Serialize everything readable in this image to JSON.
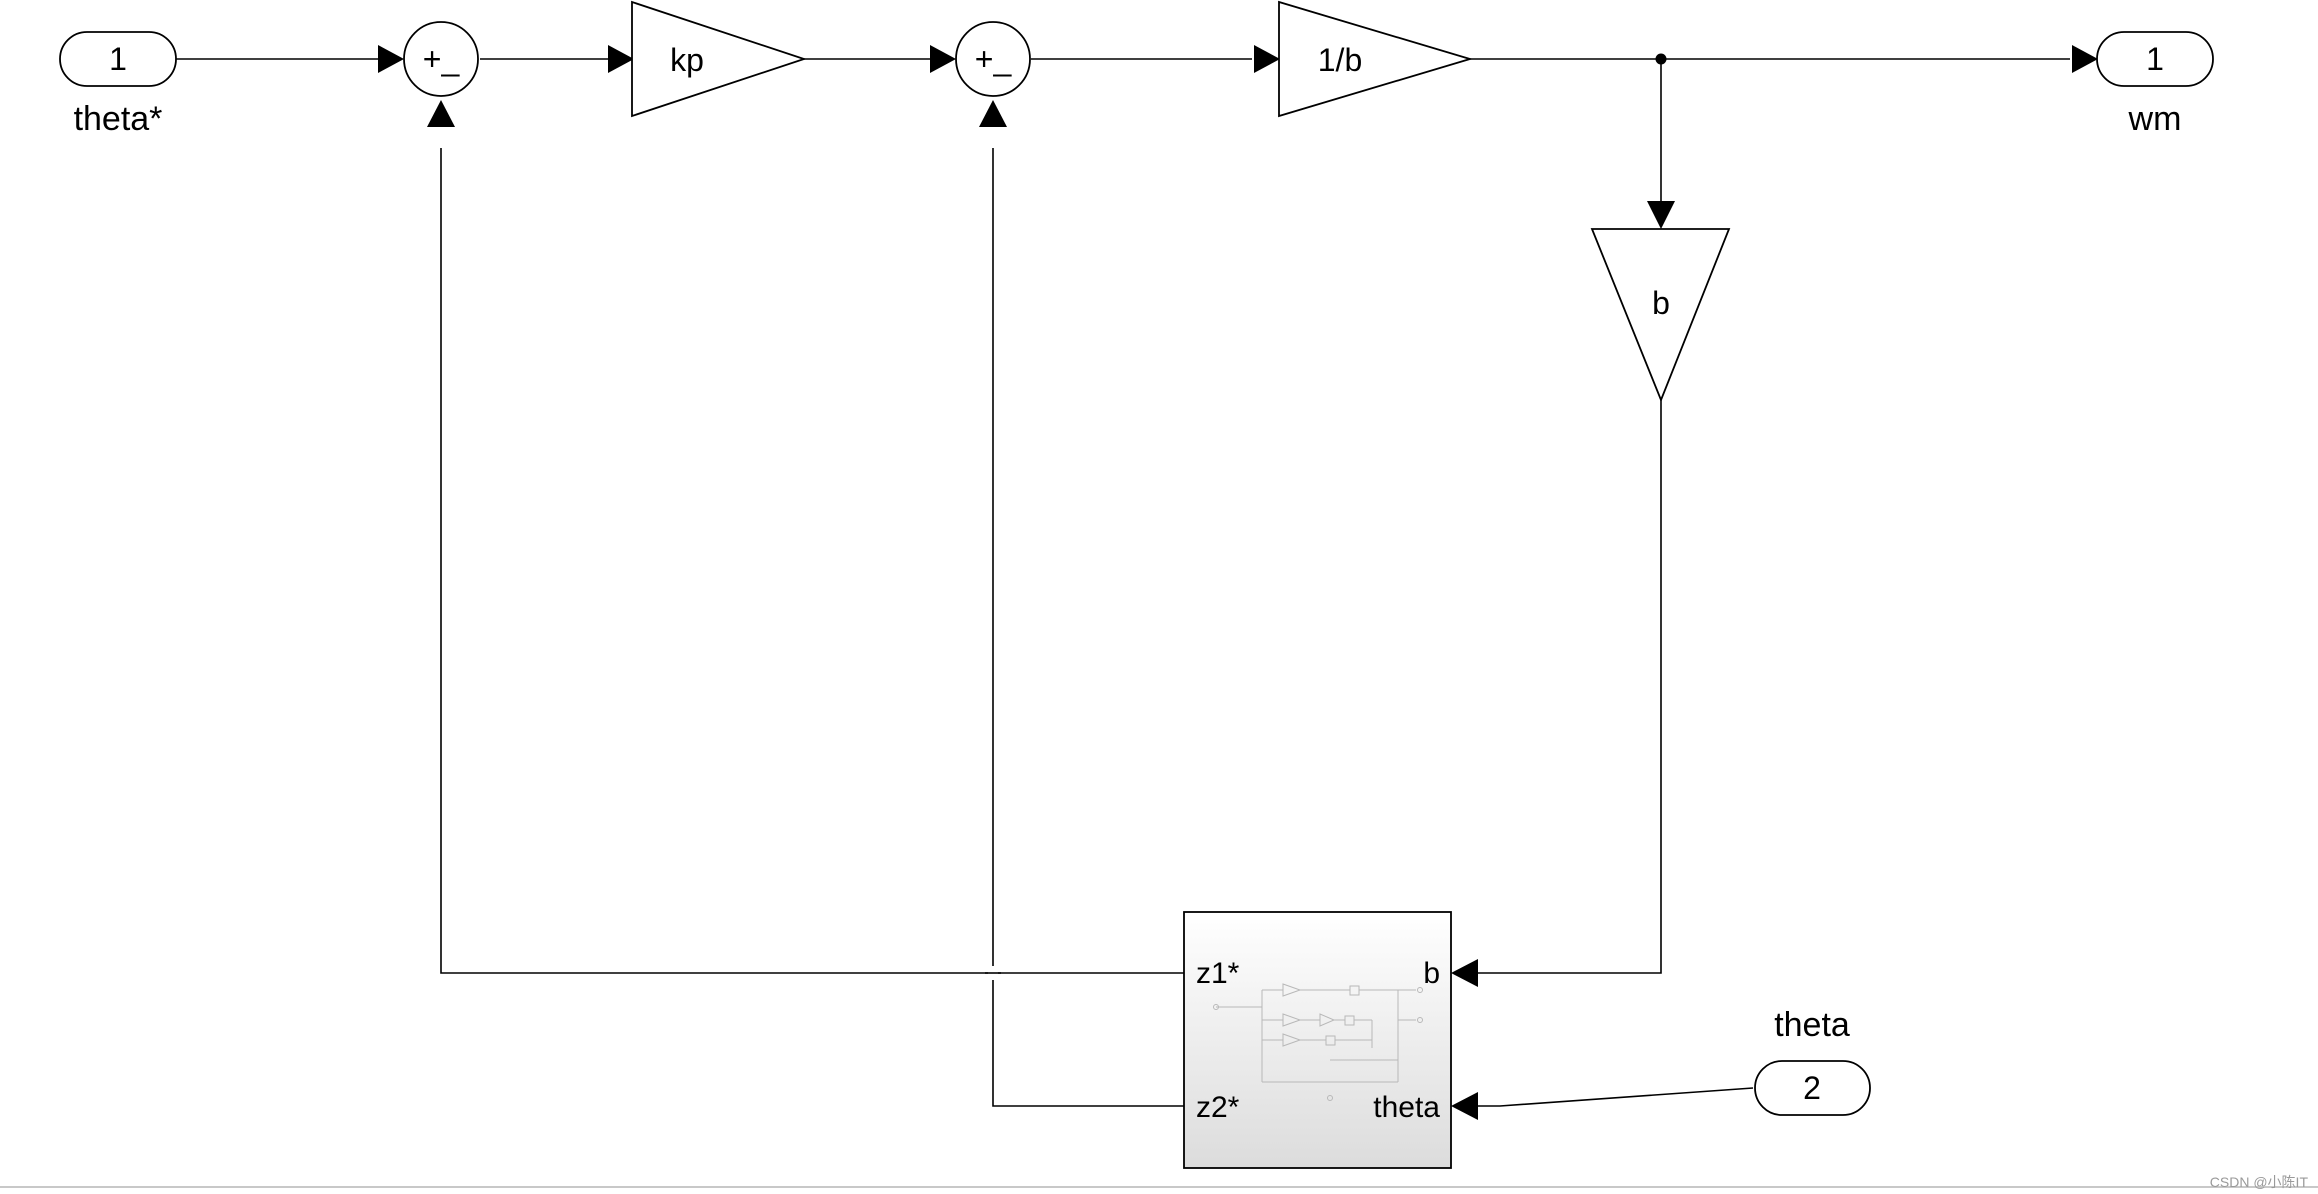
{
  "ports": {
    "in1": {
      "number": "1",
      "name": "theta*"
    },
    "in2": {
      "number": "2",
      "name": "theta"
    },
    "out1": {
      "number": "1",
      "name": "wm"
    }
  },
  "sums": {
    "sum1": {
      "signs": "+_"
    },
    "sum2": {
      "signs": "+_"
    }
  },
  "gains": {
    "kp": "kp",
    "inv_b": "1/b",
    "b": "b"
  },
  "subsystem": {
    "ports_in": [
      "b",
      "theta"
    ],
    "ports_out": [
      "z1*",
      "z2*"
    ]
  },
  "watermark": "CSDN @小陈IT"
}
